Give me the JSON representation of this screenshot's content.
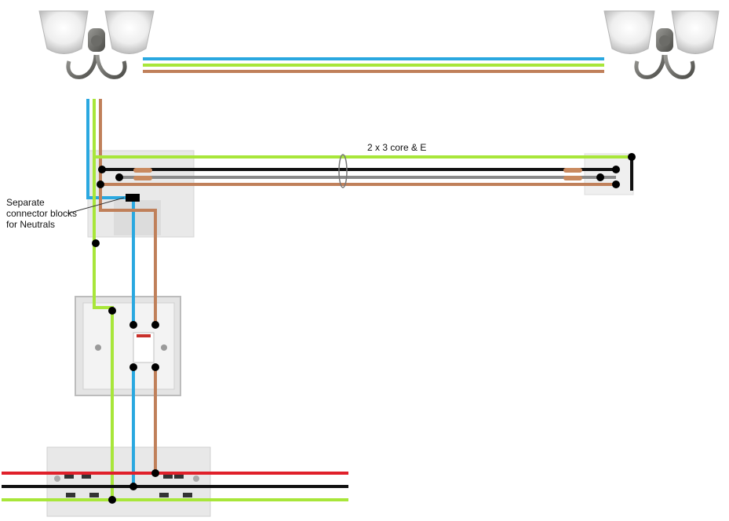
{
  "labels": {
    "cable": "2 x 3 core & E",
    "neutral_note": [
      "Separate",
      "connector blocks",
      "for Neutrals"
    ]
  },
  "colors": {
    "neutral": "#2aa8e0",
    "earth": "#a8e63a",
    "live": "#c0805a",
    "black": "#111111",
    "grey": "#8a8a8a",
    "red": "#e0202a",
    "plate": "#e6e6e6",
    "plate_border": "#c8c8c8"
  },
  "icons": [
    "wall-light-icon",
    "wall-light-icon"
  ]
}
